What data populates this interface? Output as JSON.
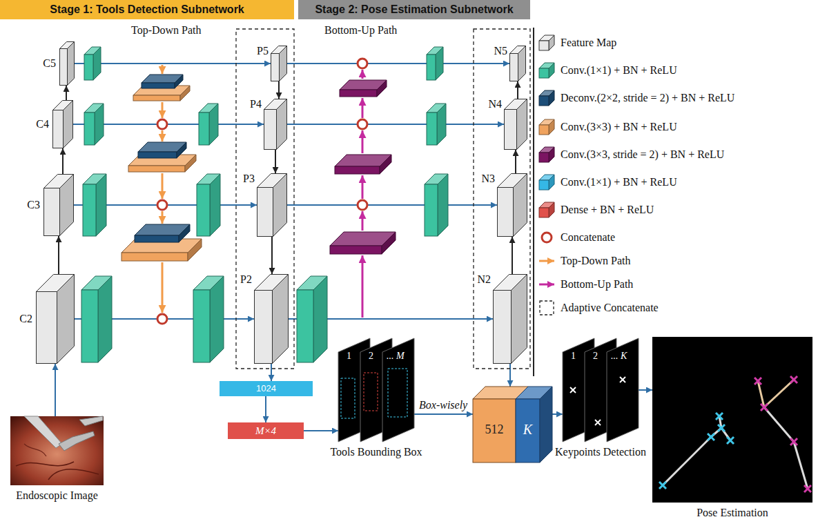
{
  "diagram": {
    "nodes": [
      {
        "text": [
          "Stage 1: Tools Detection Subnetwork"
        ]
      },
      {
        "text": [
          "Stage 2: Pose Estimation Subnetwork"
        ]
      },
      {
        "text": [
          "C5"
        ]
      },
      {
        "text": [
          "C4"
        ]
      },
      {
        "text": [
          "C3"
        ]
      },
      {
        "text": [
          "C2"
        ]
      },
      {
        "text": [
          "P5"
        ]
      },
      {
        "text": [
          "P4"
        ]
      },
      {
        "text": [
          "P3"
        ]
      },
      {
        "text": [
          "P2"
        ]
      },
      {
        "text": [
          "N5"
        ]
      },
      {
        "text": [
          "N4"
        ]
      },
      {
        "text": [
          "N3"
        ]
      },
      {
        "text": [
          "N2"
        ]
      },
      {
        "text": [
          "Endoscopic Image"
        ]
      },
      {
        "text": [
          "1024"
        ]
      },
      {
        "text": [
          "M×4"
        ]
      },
      {
        "text": [
          "1",
          "2",
          "... M",
          "Tools Bounding Box"
        ]
      },
      {
        "text": [
          "512",
          "K"
        ]
      },
      {
        "text": [
          "1",
          "2",
          "... K",
          "Keypoints Detection"
        ]
      },
      {
        "text": [
          "Pose Estimation"
        ]
      }
    ],
    "edges": [
      {
        "from": 14,
        "to": 5,
        "arrow": "to"
      },
      {
        "from": 5,
        "to": 4,
        "arrow": "to"
      },
      {
        "from": 4,
        "to": 3,
        "arrow": "to"
      },
      {
        "from": 3,
        "to": 2,
        "arrow": "to"
      },
      {
        "from": 2,
        "to": 6,
        "arrow": "to"
      },
      {
        "from": 3,
        "to": 7,
        "arrow": "to"
      },
      {
        "from": 4,
        "to": 8,
        "arrow": "to"
      },
      {
        "from": 5,
        "to": 9,
        "arrow": "to"
      },
      {
        "from": 6,
        "to": 7,
        "arrow": "to"
      },
      {
        "from": 7,
        "to": 8,
        "arrow": "to"
      },
      {
        "from": 8,
        "to": 9,
        "arrow": "to"
      },
      {
        "from": 6,
        "to": 10,
        "arrow": "to"
      },
      {
        "from": 7,
        "to": 11,
        "arrow": "to"
      },
      {
        "from": 8,
        "to": 12,
        "arrow": "to"
      },
      {
        "from": 9,
        "to": 13,
        "arrow": "to"
      },
      {
        "from": 13,
        "to": 12,
        "arrow": "to"
      },
      {
        "from": 12,
        "to": 11,
        "arrow": "to"
      },
      {
        "from": 11,
        "to": 10,
        "arrow": "to"
      },
      {
        "from": 9,
        "to": 15,
        "arrow": "to"
      },
      {
        "from": 15,
        "to": 16,
        "arrow": "to"
      },
      {
        "from": 16,
        "to": 17,
        "arrow": "to"
      },
      {
        "from": 17,
        "to": 18,
        "arrow": "to",
        "label": "Box-wisely"
      },
      {
        "from": 13,
        "to": 18,
        "arrow": "to"
      },
      {
        "from": 18,
        "to": 19,
        "arrow": "to"
      },
      {
        "from": 19,
        "to": 20,
        "arrow": "to"
      }
    ],
    "labels": [
      "Top-Down Path",
      "Bottom-Up Path"
    ],
    "legend": [
      {
        "text": "Feature Map"
      },
      {
        "text": "Conv.(1×1) + BN + ReLU",
        "color": "#3cc3a0"
      },
      {
        "text": "Deconv.(2×2, stride = 2) + BN + ReLU",
        "color": "#1d4e78"
      },
      {
        "text": "Conv.(3×3) + BN + ReLU",
        "color": "#f0a35e"
      },
      {
        "text": "Conv.(3×3, stride = 2) + BN + ReLU",
        "color": "#7b1462"
      },
      {
        "text": "Conv.(1×1) + BN + ReLU",
        "color": "#35b8e6"
      },
      {
        "text": "Dense + BN + ReLU",
        "color": "#e0504a"
      },
      {
        "text": "Concatenate"
      },
      {
        "text": "Top-Down Path"
      },
      {
        "text": "Bottom-Up Path"
      },
      {
        "text": "Adaptive Concatenate"
      }
    ]
  }
}
